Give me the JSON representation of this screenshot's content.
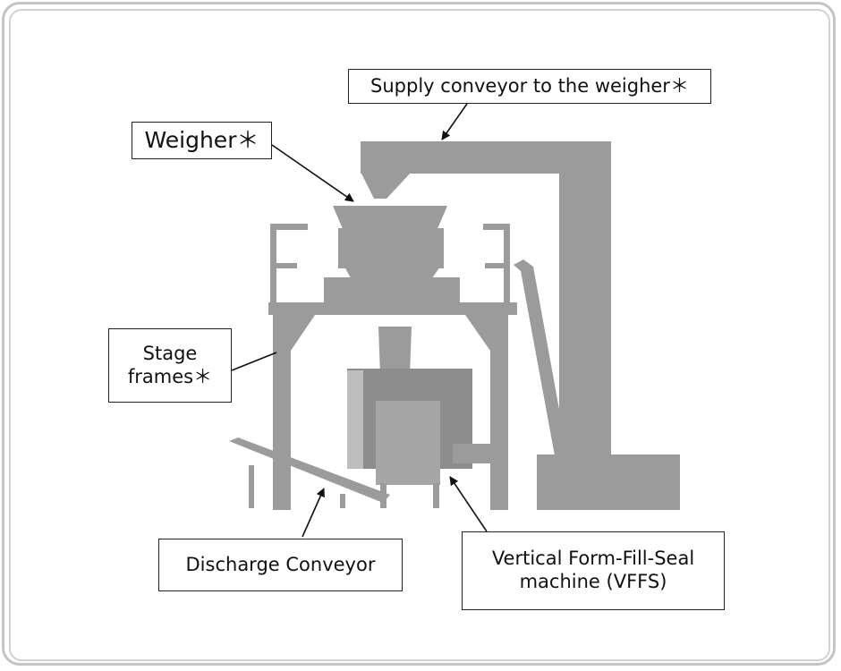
{
  "labels": {
    "supply": "Supply conveyor to the weigher＊",
    "weigher": "Weigher＊",
    "stage_line1": "Stage",
    "stage_line2": "frames＊",
    "discharge": "Discharge Conveyor",
    "vffs_line1": "Vertical Form-Fill-Seal",
    "vffs_line2": "machine (VFFS)"
  },
  "colors": {
    "machine_gray": "#9b9b9b",
    "frame_border": "#c4c4c4",
    "label_border": "#222222"
  }
}
